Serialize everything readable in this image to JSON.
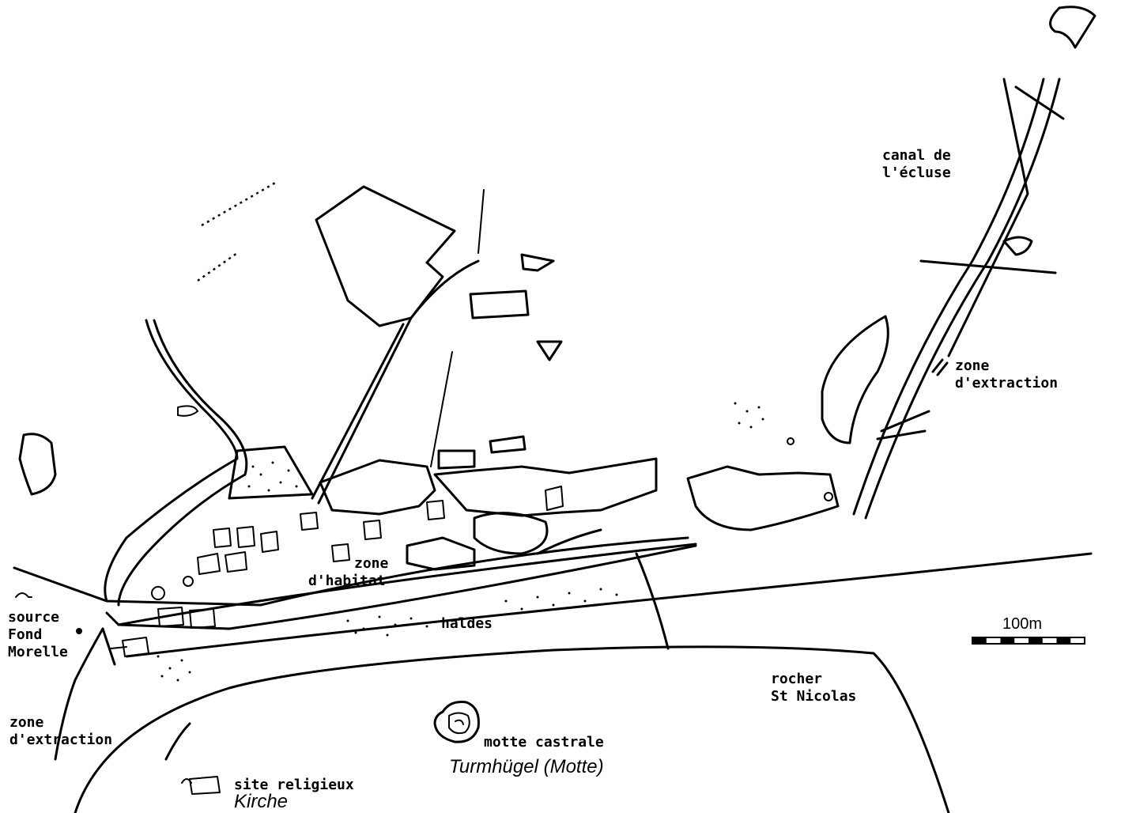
{
  "labels": {
    "canal": [
      "canal de",
      "l'écluse"
    ],
    "zone_extraction_ne": [
      "zone",
      "d'extraction"
    ],
    "zone_habitat": [
      "zone",
      "d'habitat"
    ],
    "haldes": "haldes",
    "source": [
      "source",
      "Fond",
      "Morelle"
    ],
    "zone_extraction_sw": [
      "zone",
      "d'extraction"
    ],
    "rocher": [
      "rocher",
      "St Nicolas"
    ],
    "motte": "motte castrale",
    "motte_de": "Turmhügel (Motte)",
    "site_religieux": "site religieux",
    "kirche": "Kirche"
  },
  "scale_bar": {
    "label": "100m",
    "segments": 8
  }
}
